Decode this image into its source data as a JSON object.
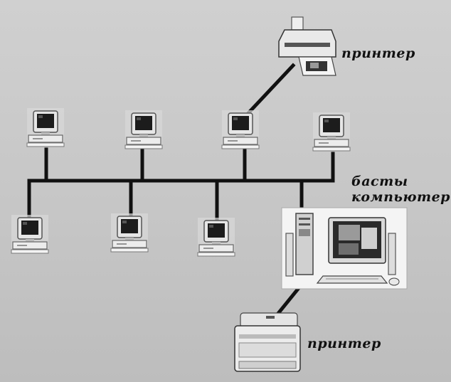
{
  "labels": {
    "printer_top": "принтер",
    "main_computer_line1": "басты",
    "main_computer_line2": "компьютер",
    "printer_bottom": "принтер"
  },
  "colors": {
    "background": "#c9c9c9",
    "bus_line": "#111111"
  }
}
